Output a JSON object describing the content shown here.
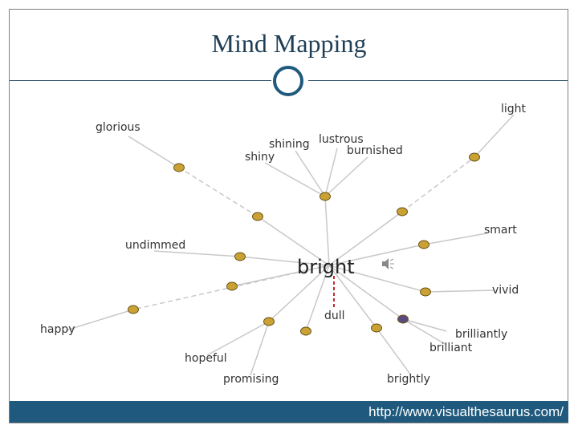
{
  "slide": {
    "title": "Mind Mapping",
    "source_url": "http://www.visualthesaurus.com/"
  },
  "mindmap": {
    "center_word": "bright",
    "colors": {
      "node": "#c9a233",
      "node_stroke": "#6b5418",
      "special_node": "#5b4a7e",
      "link": "#c8c8c8",
      "antonym_link": "#c0272d",
      "label": "#333333"
    },
    "nodes": [
      "n1",
      "n2",
      "n3",
      "n4",
      "n5",
      "n6",
      "n7",
      "n8",
      "n9",
      "n10",
      "n11",
      "n12",
      "n13",
      "n14"
    ],
    "words": {
      "glorious": "glorious",
      "shining": "shining",
      "lustrous": "lustrous",
      "shiny": "shiny",
      "burnished": "burnished",
      "light": "light",
      "smart": "smart",
      "undimmed": "undimmed",
      "vivid": "vivid",
      "happy": "happy",
      "dull": "dull",
      "brilliantly": "brilliantly",
      "brilliant": "brilliant",
      "hopeful": "hopeful",
      "promising": "promising",
      "brightly": "brightly"
    }
  }
}
